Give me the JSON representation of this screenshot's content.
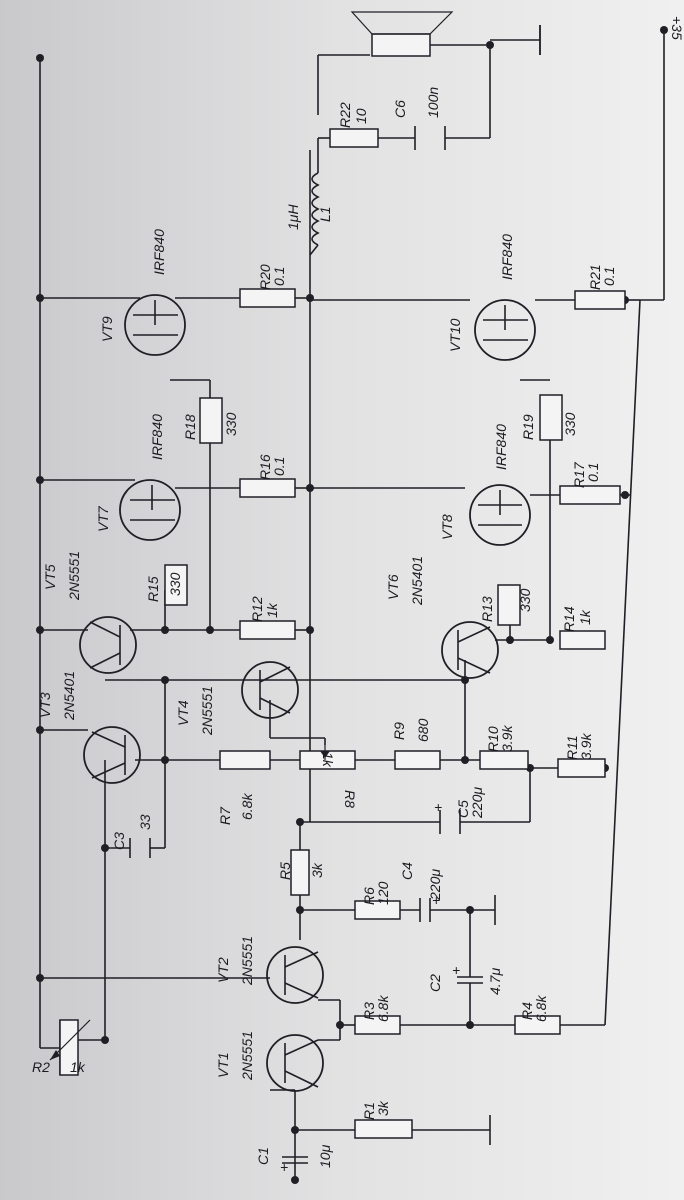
{
  "supply": {
    "label": "+35"
  },
  "speaker": {
    "name": "speaker",
    "icon": "speaker-icon"
  },
  "transistors": [
    {
      "ref": "VT1",
      "type": "2N5551"
    },
    {
      "ref": "VT2",
      "type": "2N5551"
    },
    {
      "ref": "VT3",
      "type": "2N5401"
    },
    {
      "ref": "VT4",
      "type": "2N5551"
    },
    {
      "ref": "VT5",
      "type": "2N5551"
    },
    {
      "ref": "VT6",
      "type": "2N5401"
    },
    {
      "ref": "VT7",
      "type": "IRF840"
    },
    {
      "ref": "VT8",
      "type": "IRF840"
    },
    {
      "ref": "VT9",
      "type": "IRF840"
    },
    {
      "ref": "VT10",
      "type": "IRF840"
    }
  ],
  "resistors": [
    {
      "ref": "R1",
      "value": "3k"
    },
    {
      "ref": "R2",
      "value": "1k"
    },
    {
      "ref": "R3",
      "value": "6.8k"
    },
    {
      "ref": "R4",
      "value": "6.8k"
    },
    {
      "ref": "R5",
      "value": "3k"
    },
    {
      "ref": "R6",
      "value": "120"
    },
    {
      "ref": "R7",
      "value": "6.8k"
    },
    {
      "ref": "R8",
      "value": "1k"
    },
    {
      "ref": "R9",
      "value": "680"
    },
    {
      "ref": "R10",
      "value": "3.9k"
    },
    {
      "ref": "R11",
      "value": "3.9k"
    },
    {
      "ref": "R12",
      "value": "1k"
    },
    {
      "ref": "R13",
      "value": "330"
    },
    {
      "ref": "R14",
      "value": "1k"
    },
    {
      "ref": "R15",
      "value": "330"
    },
    {
      "ref": "R16",
      "value": "0.1"
    },
    {
      "ref": "R17",
      "value": "0.1"
    },
    {
      "ref": "R18",
      "value": "330"
    },
    {
      "ref": "R19",
      "value": "330"
    },
    {
      "ref": "R20",
      "value": "0.1"
    },
    {
      "ref": "R21",
      "value": "0.1"
    },
    {
      "ref": "R22",
      "value": "10"
    }
  ],
  "capacitors": [
    {
      "ref": "C1",
      "value": "10μ"
    },
    {
      "ref": "C2",
      "value": "4.7μ"
    },
    {
      "ref": "C3",
      "value": "33"
    },
    {
      "ref": "C4",
      "value": "220μ"
    },
    {
      "ref": "C5",
      "value": "220μ"
    },
    {
      "ref": "C6",
      "value": "100n"
    }
  ],
  "inductors": [
    {
      "ref": "L1",
      "value": "1μH"
    }
  ],
  "polarity_mark": "+"
}
